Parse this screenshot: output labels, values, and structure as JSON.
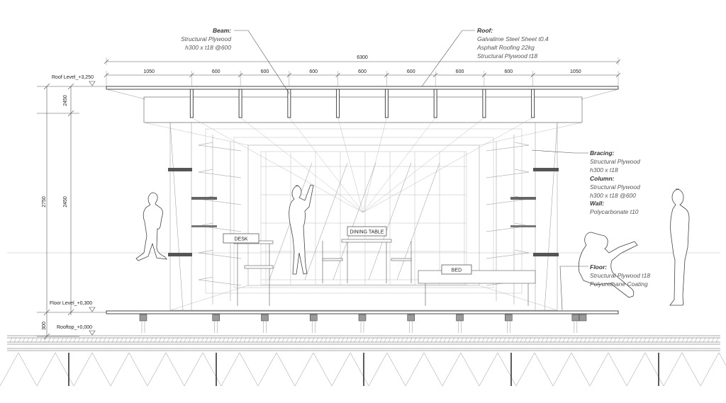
{
  "annotations": {
    "beam": {
      "title": "Beam:",
      "lines": [
        "Structural Plywood",
        "h300 x t18 @600"
      ]
    },
    "roof": {
      "title": "Roof:",
      "lines": [
        "Galvalime Steel Sheet t0.4",
        "Asphalt Roofing 22kg",
        "Structural Plywood t18"
      ]
    },
    "bracing": {
      "title": "Bracing:",
      "lines": [
        "Structural Plywood",
        "h300 x t18"
      ]
    },
    "column": {
      "title": "Column:",
      "lines": [
        "Structural Plywood",
        "h300 x t18 @600"
      ]
    },
    "wall": {
      "title": "Wall:",
      "lines": [
        "Polycarbonate t10"
      ]
    },
    "floor": {
      "title": "Floor:",
      "lines": [
        "Structural Plywood t18",
        "Polyurethane Coating"
      ]
    }
  },
  "dimensions": {
    "overall": "6300",
    "spans": [
      "1050",
      "600",
      "600",
      "600",
      "600",
      "600",
      "600",
      "600",
      "1050"
    ],
    "vertical_total": "2750",
    "vertical_upper": "2450",
    "vertical_middle": "2450",
    "vertical_base": "300"
  },
  "levels": {
    "roof": "Roof Level_+3,250",
    "floor": "Floor Level_+0,300",
    "rooftop": "Rooftop_+0,000"
  },
  "rooms": {
    "desk": "DESK",
    "dining": "DINING TABLE",
    "bed": "BED"
  }
}
